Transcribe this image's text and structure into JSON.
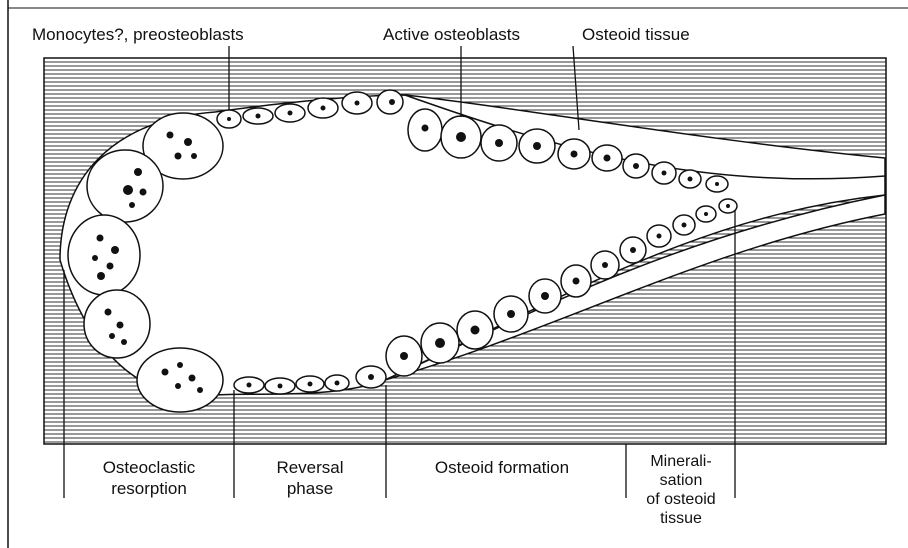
{
  "top_labels": {
    "monocytes": "Monocytes?, preosteoblasts",
    "active_osteoblasts": "Active osteoblasts",
    "osteoid_tissue": "Osteoid tissue"
  },
  "phases": {
    "resorption": [
      "Osteoclastic",
      "resorption"
    ],
    "reversal": [
      "Reversal",
      "phase"
    ],
    "formation": [
      "Osteoid formation"
    ],
    "mineralisation": [
      "Minerali-",
      "sation",
      "of osteoid",
      "tissue"
    ]
  },
  "colors": {
    "ink": "#111111",
    "background": "#ffffff"
  }
}
